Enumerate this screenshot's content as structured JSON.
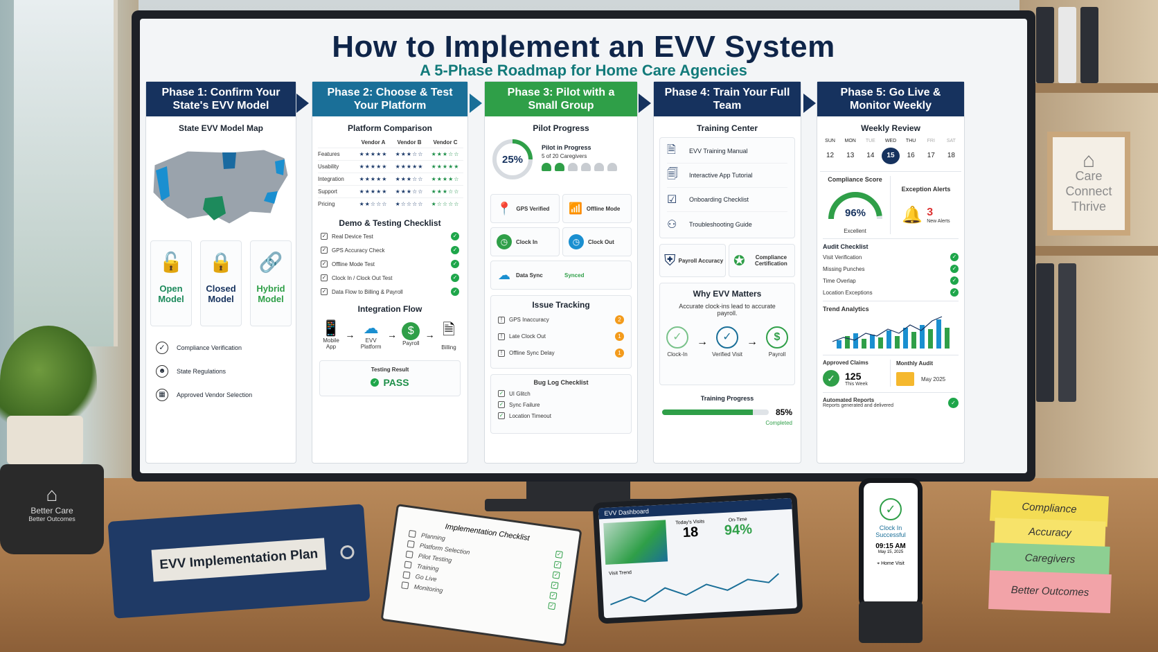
{
  "title": "How to Implement an EVV System",
  "subtitle": "A 5-Phase Roadmap for Home Care Agencies",
  "colors": {
    "navy": "#16325e",
    "teal": "#1a6f98",
    "green": "#2f9f48",
    "accent": "#1ea64a",
    "orange": "#f39b1c"
  },
  "phase1": {
    "header": "Phase 1: Confirm Your State's EVV Model",
    "map_title": "State EVV Model Map",
    "models": [
      {
        "label": "Open Model",
        "icon": "unlock-icon"
      },
      {
        "label": "Closed Model",
        "icon": "lock-icon"
      },
      {
        "label": "Hybrid Model",
        "icon": "link-icon"
      }
    ],
    "items": [
      "Compliance Verification",
      "State Regulations",
      "Approved Vendor Selection"
    ]
  },
  "phase2": {
    "header": "Phase 2: Choose & Test Your Platform",
    "comparison_title": "Platform Comparison",
    "vendors": [
      "Vendor A",
      "Vendor B",
      "Vendor C"
    ],
    "criteria": [
      {
        "name": "Features",
        "a": "★★★★★",
        "b": "★★★☆☆",
        "c": "★★★☆☆"
      },
      {
        "name": "Usability",
        "a": "★★★★★",
        "b": "★★★★★",
        "c": "★★★★★"
      },
      {
        "name": "Integration",
        "a": "★★★★★",
        "b": "★★★☆☆",
        "c": "★★★★☆"
      },
      {
        "name": "Support",
        "a": "★★★★★",
        "b": "★★★☆☆",
        "c": "★★★☆☆"
      },
      {
        "name": "Pricing",
        "a": "★★☆☆☆",
        "b": "★☆☆☆☆",
        "c": "★☆☆☆☆"
      }
    ],
    "checklist_title": "Demo & Testing Checklist",
    "checklist": [
      "Real Device Test",
      "GPS Accuracy Check",
      "Offline Mode Test",
      "Clock In / Clock Out Test",
      "Data Flow to Billing & Payroll"
    ],
    "flow_title": "Integration Flow",
    "flow": [
      "Mobile App",
      "EVV Platform",
      "Payroll",
      "Billing"
    ],
    "result_label": "Testing Result",
    "result_value": "PASS"
  },
  "phase3": {
    "header": "Phase 3: Pilot with a Small Group",
    "progress_title": "Pilot Progress",
    "progress_pct": "25%",
    "progress_fraction": 0.25,
    "status": "Pilot in Progress",
    "caregivers": "5 of 20 Caregivers",
    "tiles": [
      [
        "GPS Verified",
        "Offline Mode"
      ],
      [
        "Clock In",
        "Clock Out"
      ]
    ],
    "sync_label": "Data Sync",
    "sync_status": "Synced",
    "issue_title": "Issue Tracking",
    "issues": [
      {
        "name": "GPS Inaccuracy",
        "count": "2"
      },
      {
        "name": "Late Clock Out",
        "count": "1"
      },
      {
        "name": "Offline Sync Delay",
        "count": "1"
      }
    ],
    "bug_title": "Bug Log Checklist",
    "bugs": [
      "UI Glitch",
      "Sync Failure",
      "Location Timeout"
    ]
  },
  "phase4": {
    "header": "Phase 4: Train Your Full Team",
    "training_title": "Training Center",
    "materials": [
      "EVV Training Manual",
      "Interactive App Tutorial",
      "Onboarding Checklist",
      "Troubleshooting Guide"
    ],
    "badges": [
      "Payroll Accuracy",
      "Compliance Certification"
    ],
    "why_title": "Why EVV Matters",
    "why_text": "Accurate clock-ins lead to accurate payroll.",
    "why_flow": [
      "Clock-In",
      "Verified Visit",
      "Payroll"
    ],
    "progress_title": "Training Progress",
    "progress_pct": "85%",
    "progress_fraction": 0.85,
    "progress_label": "Completed"
  },
  "phase5": {
    "header": "Phase 5: Go Live & Monitor Weekly",
    "review_title": "Weekly Review",
    "days": [
      "SUN",
      "MON",
      "TUE",
      "WED",
      "THU",
      "FRI",
      "SAT"
    ],
    "dates": [
      "12",
      "13",
      "14",
      "15",
      "16",
      "17",
      "18"
    ],
    "selected_date": "15",
    "score_title": "Compliance Score",
    "score": "96%",
    "score_fraction": 0.96,
    "score_label": "Excellent",
    "alerts_title": "Exception Alerts",
    "alerts_count": "3",
    "alerts_label": "New Alerts",
    "audit_title": "Audit Checklist",
    "audit": [
      "Visit Verification",
      "Missing Punches",
      "Time Overlap",
      "Location Exceptions"
    ],
    "trend_title": "Trend Analytics",
    "claims_title": "Approved Claims",
    "claims_value": "125",
    "claims_label": "This Week",
    "audit_month_title": "Monthly Audit",
    "audit_month": "May 2025",
    "reports_title": "Automated Reports",
    "reports_text": "Reports generated and delivered"
  },
  "desk": {
    "mug_line1": "Better Care",
    "mug_line2": "Better Outcomes",
    "binder": "EVV Implementation Plan",
    "clipboard_title": "Implementation Checklist",
    "clipboard_items": [
      "Planning",
      "Platform Selection",
      "Pilot Testing",
      "Training",
      "Go Live",
      "Monitoring"
    ],
    "tablet_title": "EVV Dashboard",
    "tablet_visits_label": "Today's Visits",
    "tablet_visits": "18",
    "tablet_ontime_label": "On-Time",
    "tablet_ontime": "94%",
    "tablet_trend": "Visit Trend",
    "phone_status": "Clock In Successful",
    "phone_time": "09:15 AM",
    "phone_date": "May 15, 2025",
    "phone_location": "Home Visit",
    "notes": [
      "Compliance",
      "Accuracy",
      "Caregivers",
      "Better Outcomes"
    ],
    "frame_text": [
      "Care",
      "Connect",
      "Thrive"
    ]
  }
}
